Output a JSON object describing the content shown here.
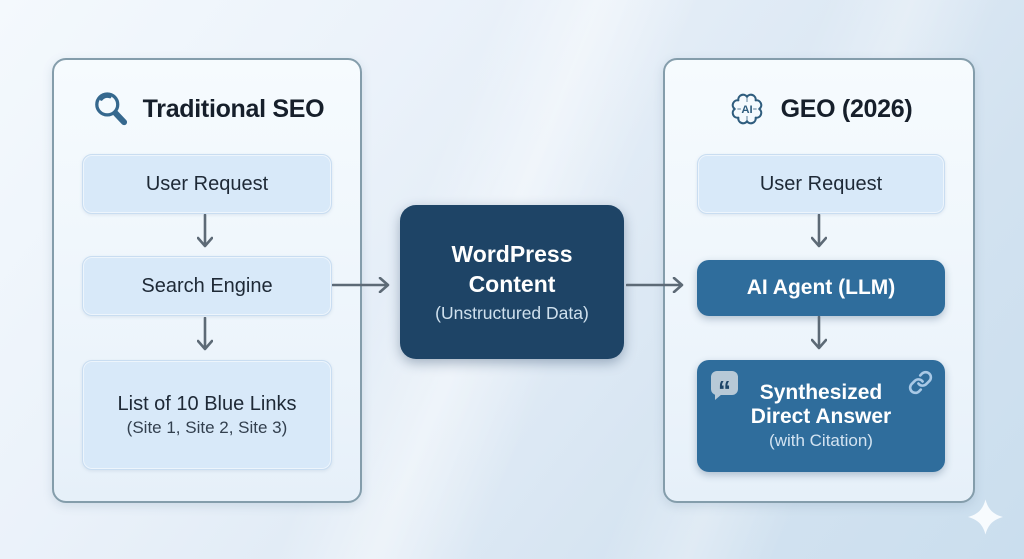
{
  "left_panel": {
    "title": "Traditional SEO",
    "nodes": [
      {
        "label": "User Request"
      },
      {
        "label": "Search Engine"
      },
      {
        "label": "List of 10 Blue Links",
        "sublabel": "(Site 1, Site 2, Site 3)"
      }
    ]
  },
  "center_node": {
    "line1": "WordPress",
    "line2": "Content",
    "sublabel": "(Unstructured Data)"
  },
  "right_panel": {
    "title": "GEO (2026)",
    "brain_icon_label": "AI",
    "nodes": [
      {
        "label": "User Request"
      },
      {
        "label": "AI Agent (LLM)"
      },
      {
        "line1": "Synthesized",
        "line2": "Direct Answer",
        "sublabel": "(with Citation)"
      }
    ]
  },
  "icons": {
    "quote_glyph": "“"
  },
  "colors": {
    "background_top": "#f4f9fd",
    "background_bottom": "#cadeee",
    "panel_background": "#f0f7fc",
    "panel_border": "#849dab",
    "light_node_background": "#d8e9f9",
    "light_node_border": "#c9ddf1",
    "navy_node": "#1e4466",
    "steel_node": "#2f6d9c",
    "arrow": "#5d6a76",
    "icon_steel_blue": "#35688e",
    "title_text": "#161f2b",
    "node_text": "#1e2936",
    "quote_badge": "#b7c9d7",
    "link_icon": "#a9c9e6",
    "sparkle": "#fbfdff"
  }
}
